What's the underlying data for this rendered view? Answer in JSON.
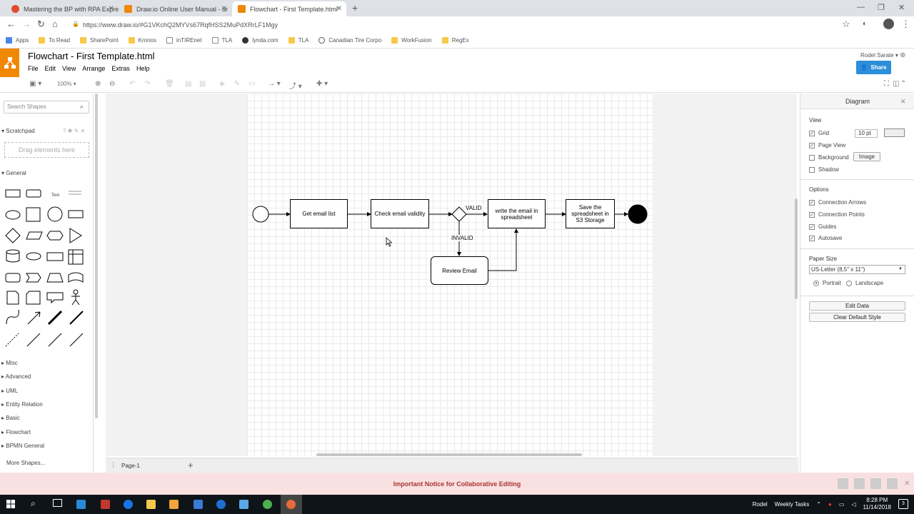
{
  "browser": {
    "tabs": [
      {
        "title": "Mastering the BP with RPA Expre",
        "color": "#e24a2d"
      },
      {
        "title": "Draw.io Online User Manual - dr",
        "color": "#f08705"
      },
      {
        "title": "Flowchart - First Template.html",
        "color": "#f08705"
      }
    ],
    "url": "https://www.draw.io/#G1VKchQ2MYVs67RqfHSS2MuPdXRrLF1Mgy",
    "bookmarks": [
      "Apps",
      "To Read",
      "SharePoint",
      "Kronos",
      "inTIREnet",
      "TLA",
      "lynda.com",
      "TLA",
      "Canadian Tire Corpo",
      "WorkFusion",
      "RegEx"
    ]
  },
  "app": {
    "title": "Flowchart - First Template.html",
    "menu": [
      "File",
      "Edit",
      "View",
      "Arrange",
      "Extras",
      "Help"
    ],
    "user": "Rodel Sarate",
    "share_label": "Share",
    "zoom": "100%"
  },
  "sidebar": {
    "search_placeholder": "Search Shapes",
    "scratchpad_label": "Scratchpad",
    "scratchpad_hint": "Drag elements here",
    "general_label": "General",
    "text_shape": "Text",
    "categories": [
      "Misc",
      "Advanced",
      "UML",
      "Entity Relation",
      "Basic",
      "Flowchart",
      "BPMN General"
    ],
    "more_shapes": "More Shapes..."
  },
  "diagram": {
    "get_email": "Get email list",
    "check_validity": "Check email validity",
    "write_email": "write the email in spreadsheet",
    "save_spreadsheet": "Save the spreadsheet in S3 Storage",
    "review_email": "Review Email",
    "valid_label": "VALID",
    "invalid_label": "INVALID"
  },
  "page_tab": "Page-1",
  "panel": {
    "header": "Diagram",
    "view_label": "View",
    "grid_label": "Grid",
    "grid_size": "10 pt",
    "page_view_label": "Page View",
    "background_label": "Background",
    "image_button": "Image",
    "shadow_label": "Shadow",
    "options_label": "Options",
    "connection_arrows": "Connection Arrows",
    "connection_points": "Connection Points",
    "guides": "Guides",
    "autosave": "Autosave",
    "paper_size_label": "Paper Size",
    "paper_size": "US-Letter (8,5\" x 11\")",
    "portrait": "Portrait",
    "landscape": "Landscape",
    "edit_data": "Edit Data",
    "clear_style": "Clear Default Style"
  },
  "notice": "Important Notice for Collaborative Editing",
  "taskbar": {
    "user": "Rodel",
    "weekly_tasks": "Weekly Tasks",
    "time": "8:28 PM",
    "date": "11/14/2018",
    "notifications": "3"
  }
}
